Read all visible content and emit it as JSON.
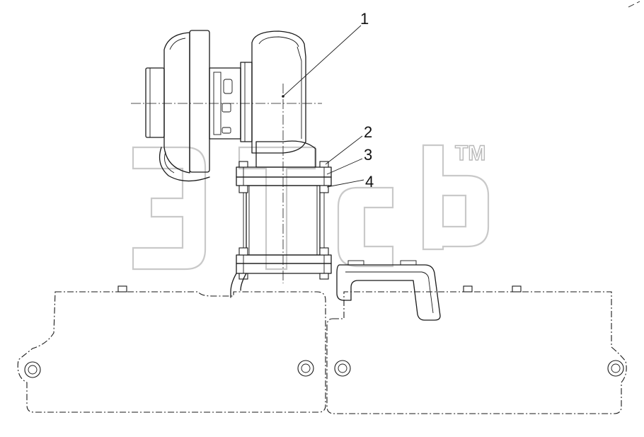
{
  "callouts": [
    {
      "id": "1",
      "label": "1"
    },
    {
      "id": "2",
      "label": "2"
    },
    {
      "id": "3",
      "label": "3"
    },
    {
      "id": "4",
      "label": "4"
    }
  ],
  "watermark": {
    "trademark": "TM",
    "color": "#c9c9c9"
  },
  "colors": {
    "line": "#1a1a1a",
    "background": "#ffffff"
  }
}
